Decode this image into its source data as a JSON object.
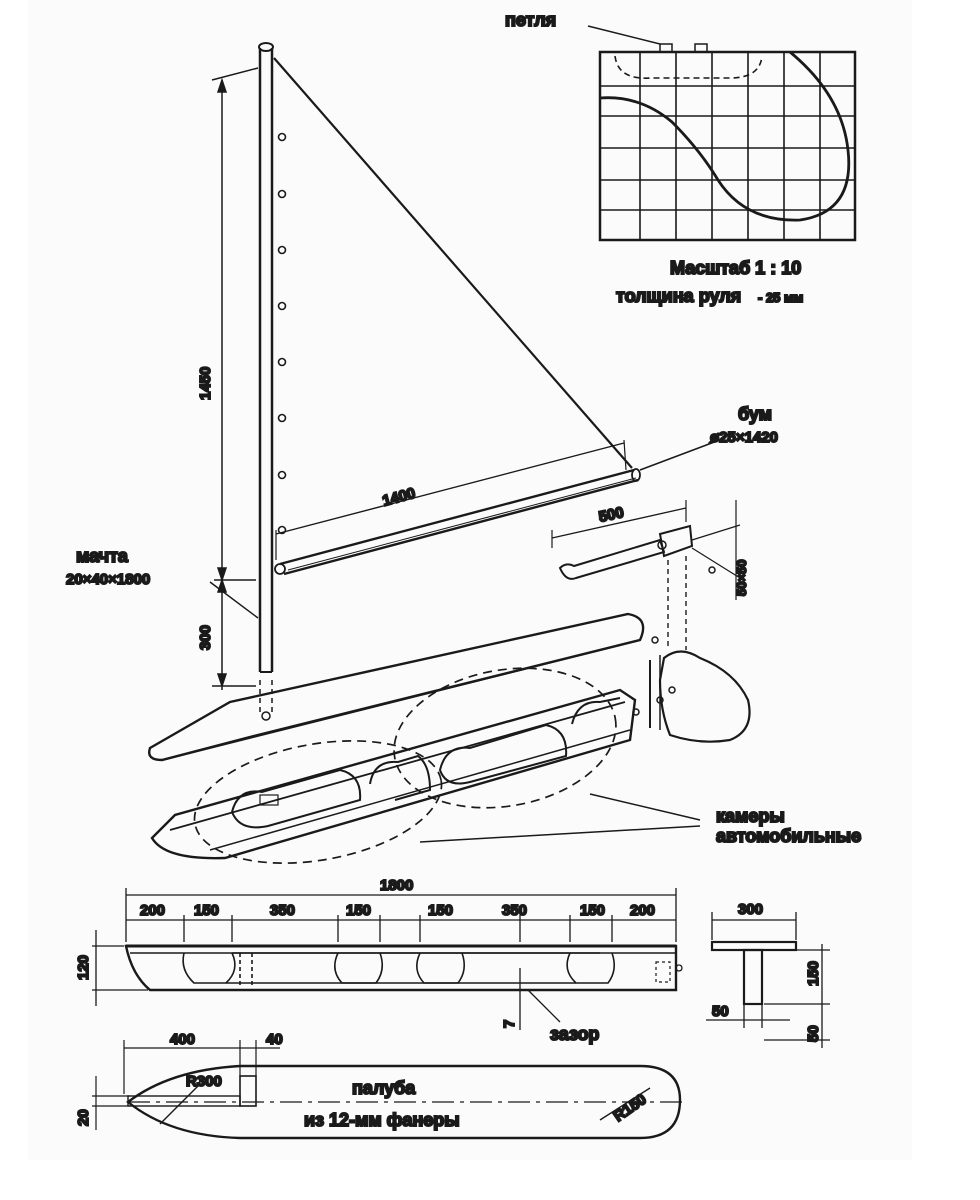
{
  "labels": {
    "loop": "петля",
    "scale": "Масштаб  1 : 10",
    "rudder_thickness": "толщина руля",
    "rudder_thickness_value": "- 25 мм",
    "boom": "бум",
    "boom_size": "ø25×1420",
    "mast": "мачта",
    "mast_size": "20×40×1800",
    "inner_tubes_1": "камеры",
    "inner_tubes_2": "автомобильные",
    "gap": "зазор",
    "deck_1": "палуба",
    "deck_2": "из 12-мм фанеры"
  },
  "dimensions": {
    "mast_height": "1450",
    "mast_bottom": "300",
    "boom_length": "1400",
    "tiller_length": "500",
    "tiller_section": "50×50",
    "hull_length": "1800",
    "segments": [
      "200",
      "150",
      "350",
      "150",
      "150",
      "350",
      "150",
      "200"
    ],
    "hull_height": "120",
    "gap_value": "7",
    "section_width": "300",
    "section_height": "150",
    "section_base": "50",
    "section_base_h": "50",
    "deck_400": "400",
    "deck_40": "40",
    "deck_r300": "R300",
    "deck_r150": "R150",
    "deck_20": "20"
  }
}
